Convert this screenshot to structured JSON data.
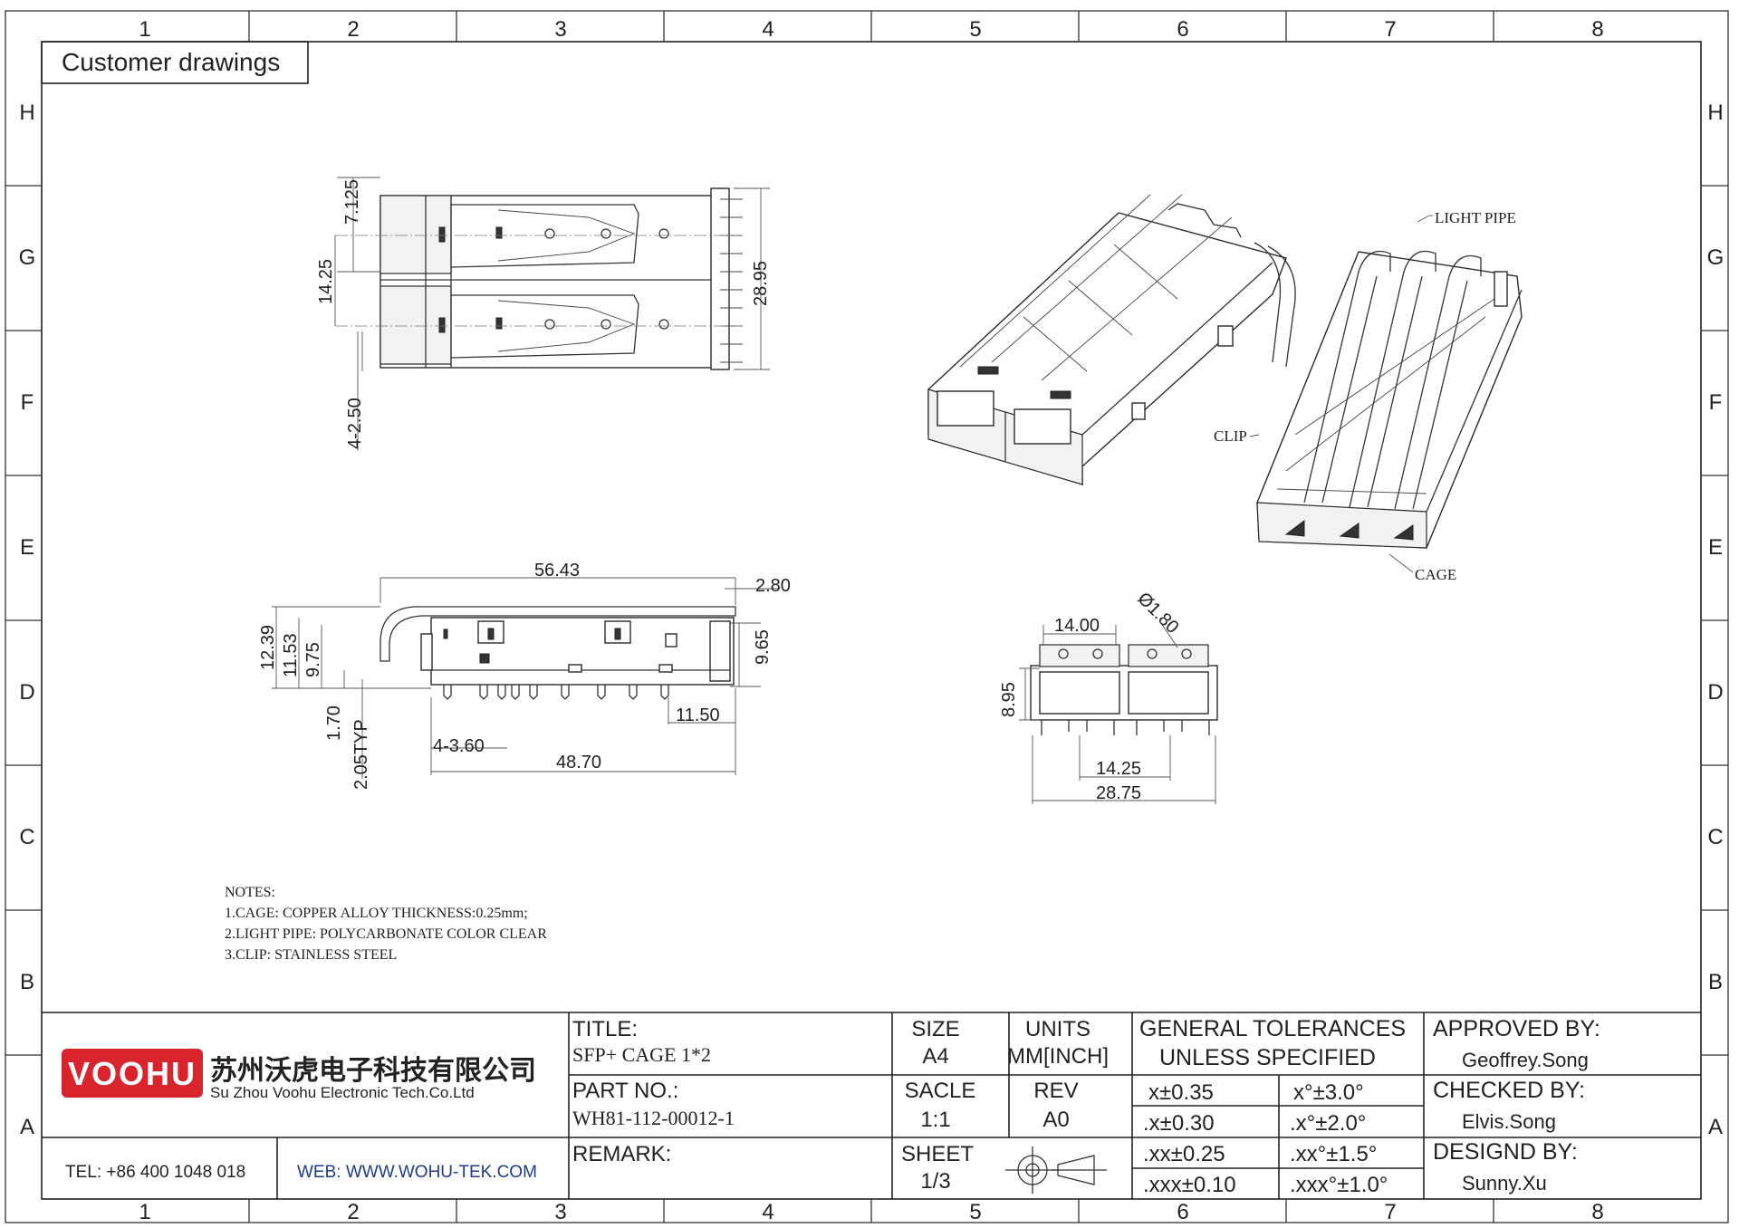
{
  "sheet": {
    "title_box": "Customer drawings",
    "grid_cols": [
      "1",
      "2",
      "3",
      "4",
      "5",
      "6",
      "7",
      "8"
    ],
    "grid_rows": [
      "H",
      "G",
      "F",
      "E",
      "D",
      "C",
      "B",
      "A"
    ]
  },
  "top_view": {
    "dims": [
      "7.125",
      "14.25",
      "28.95",
      "4-2.50"
    ]
  },
  "side_view": {
    "dims": [
      "56.43",
      "2.80",
      "12.39",
      "11.53",
      "9.75",
      "9.65",
      "1.70",
      "2.05TYP",
      "11.50",
      "4-3.60",
      "48.70"
    ]
  },
  "front_view": {
    "dims": [
      "14.00",
      "Ø1.80",
      "8.95",
      "14.25",
      "28.75"
    ]
  },
  "callouts": {
    "light_pipe": "LIGHT PIPE",
    "clip": "CLIP",
    "cage": "CAGE"
  },
  "notes": [
    "NOTES:",
    "1.CAGE: COPPER ALLOY THICKNESS:0.25mm;",
    "2.LIGHT PIPE: POLYCARBONATE COLOR CLEAR",
    "3.CLIP: STAINLESS STEEL"
  ],
  "title_block": {
    "logo_text": "VOOHU",
    "company_cn": "苏州沃虎电子科技有限公司",
    "company_en": "Su Zhou Voohu Electronic Tech.Co.Ltd",
    "tel": "TEL: +86 400 1048 018",
    "web": "WEB: WWW.WOHU-TEK.COM",
    "title_label": "TITLE:",
    "title_value": "SFP+ CAGE 1*2",
    "part_label": "PART NO.:",
    "part_value": "WH81-112-00012-1",
    "remark_label": "REMARK:",
    "size_label": "SIZE",
    "size_value": "A4",
    "units_label": "UNITS",
    "units_value": "MM[INCH]",
    "scale_label": "SACLE",
    "scale_value": "1:1",
    "rev_label": "REV",
    "rev_value": "A0",
    "sheet_label": "SHEET",
    "sheet_value": "1/3",
    "tol_head_1": "GENERAL TOLERANCES",
    "tol_head_2": "UNLESS SPECIFIED",
    "tolerances": [
      [
        "x±0.35",
        "x°±3.0°"
      ],
      [
        ".x±0.30",
        ".x°±2.0°"
      ],
      [
        ".xx±0.25",
        ".xx°±1.5°"
      ],
      [
        ".xxx±0.10",
        ".xxx°±1.0°"
      ]
    ],
    "approved_label": "APPROVED BY:",
    "approved_value": "Geoffrey.Song",
    "checked_label": "CHECKED BY:",
    "checked_value": "Elvis.Song",
    "designed_label": "DESIGND BY:",
    "designed_value": "Sunny.Xu"
  },
  "colors": {
    "logo_red": "#d9232d",
    "ink": "#222222"
  }
}
